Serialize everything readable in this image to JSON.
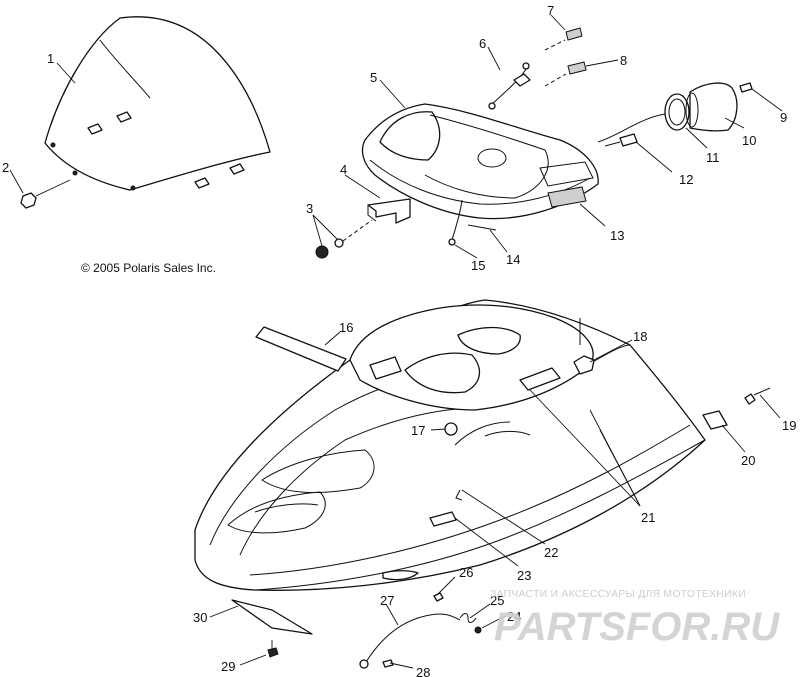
{
  "copyright": "© 2005 Polaris Sales Inc.",
  "watermark": {
    "tagline": "ЗАПЧАСТИ И АКСЕССУАРЫ ДЛЯ МОТОТЕХНИКИ",
    "site": "PARTSFOR.RU"
  },
  "callouts": {
    "c1": "1",
    "c2": "2",
    "c3": "3",
    "c4": "4",
    "c5": "5",
    "c6": "6",
    "c7": "7",
    "c8": "8",
    "c9": "9",
    "c10": "10",
    "c11": "11",
    "c12": "12",
    "c13": "13",
    "c14": "14",
    "c15": "15",
    "c16": "16",
    "c17": "17",
    "c18": "18",
    "c19": "19",
    "c20": "20",
    "c21": "21",
    "c22": "22",
    "c23": "23",
    "c24": "24",
    "c25": "25",
    "c26": "26",
    "c27": "27",
    "c28": "28",
    "c29": "29",
    "c30": "30"
  }
}
